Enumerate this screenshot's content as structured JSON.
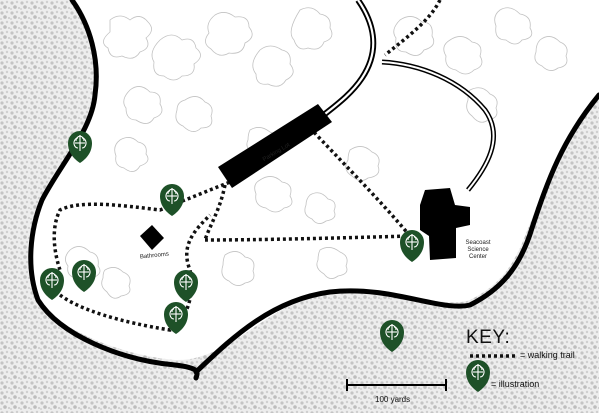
{
  "labels": {
    "parking": "Parking Lot",
    "bathrooms": "Bathrooms",
    "science_center": [
      "Seacoast",
      "Science",
      "Center"
    ]
  },
  "key": {
    "title": "KEY:",
    "trail_label": "= walking trail",
    "illustration_label": "= illustration"
  },
  "scale": {
    "label": "100 yards"
  },
  "colors": {
    "marker": "#1e5128",
    "trail": "#111111",
    "shore": "#cfcfcf",
    "vegetation": "#b8b8b8"
  },
  "markers": [
    "illustration-marker",
    "illustration-marker",
    "illustration-marker",
    "illustration-marker",
    "illustration-marker",
    "illustration-marker",
    "illustration-marker",
    "illustration-marker",
    "illustration-marker"
  ]
}
